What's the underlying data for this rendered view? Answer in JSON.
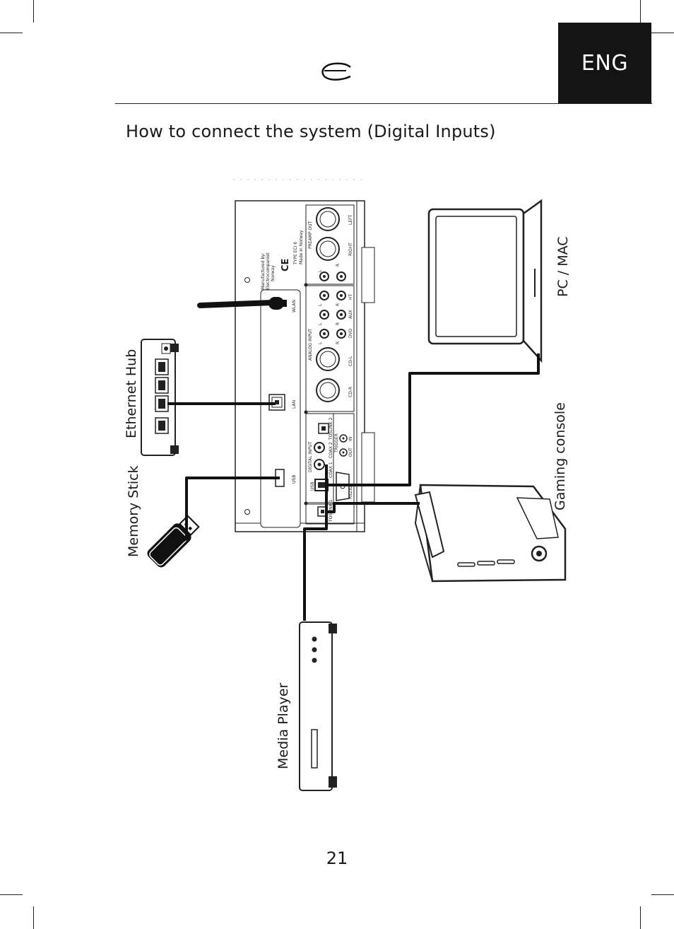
{
  "header": {
    "lang_tab": "ENG"
  },
  "title": "How to connect the system (Digital Inputs)",
  "page_number": "21",
  "device_labels": {
    "memory_stick": "Memory Stick",
    "ethernet_hub": "Ethernet Hub",
    "media_player": "Media Player",
    "gaming_console": "Gaming console",
    "pc_mac": "PC / MAC"
  },
  "panel": {
    "manufacturer": [
      "Manufactured by:",
      "Electrocompaniet",
      "Norway"
    ],
    "type_line": "TYPE ECI 6",
    "made_in": "Made in Norway",
    "ce_mark": "CE",
    "sections": {
      "wlan": "WLAN",
      "lan": "LAN",
      "usb": "USB",
      "preamp_out": "PREAMP OUT",
      "analog_input": "ANALOG INPUT",
      "digital_input": "DIGITAL INPUT",
      "trigger": "TRIGGER",
      "rs232": "RS232",
      "toslink_1": "TOSLINK 1",
      "toslink_2": "TOSLINK 2",
      "coax_1": "COAX 1",
      "coax_2": "COAX 2",
      "usb_in": "USB"
    },
    "analog_inputs": [
      "CD-R",
      "CD-L",
      "DVD",
      "AUX",
      "HT"
    ],
    "preamp_outputs": [
      "RIGHT",
      "LEFT"
    ],
    "channel_marks": [
      "L",
      "R"
    ],
    "trigger_io": [
      "IN",
      "OUT"
    ]
  }
}
